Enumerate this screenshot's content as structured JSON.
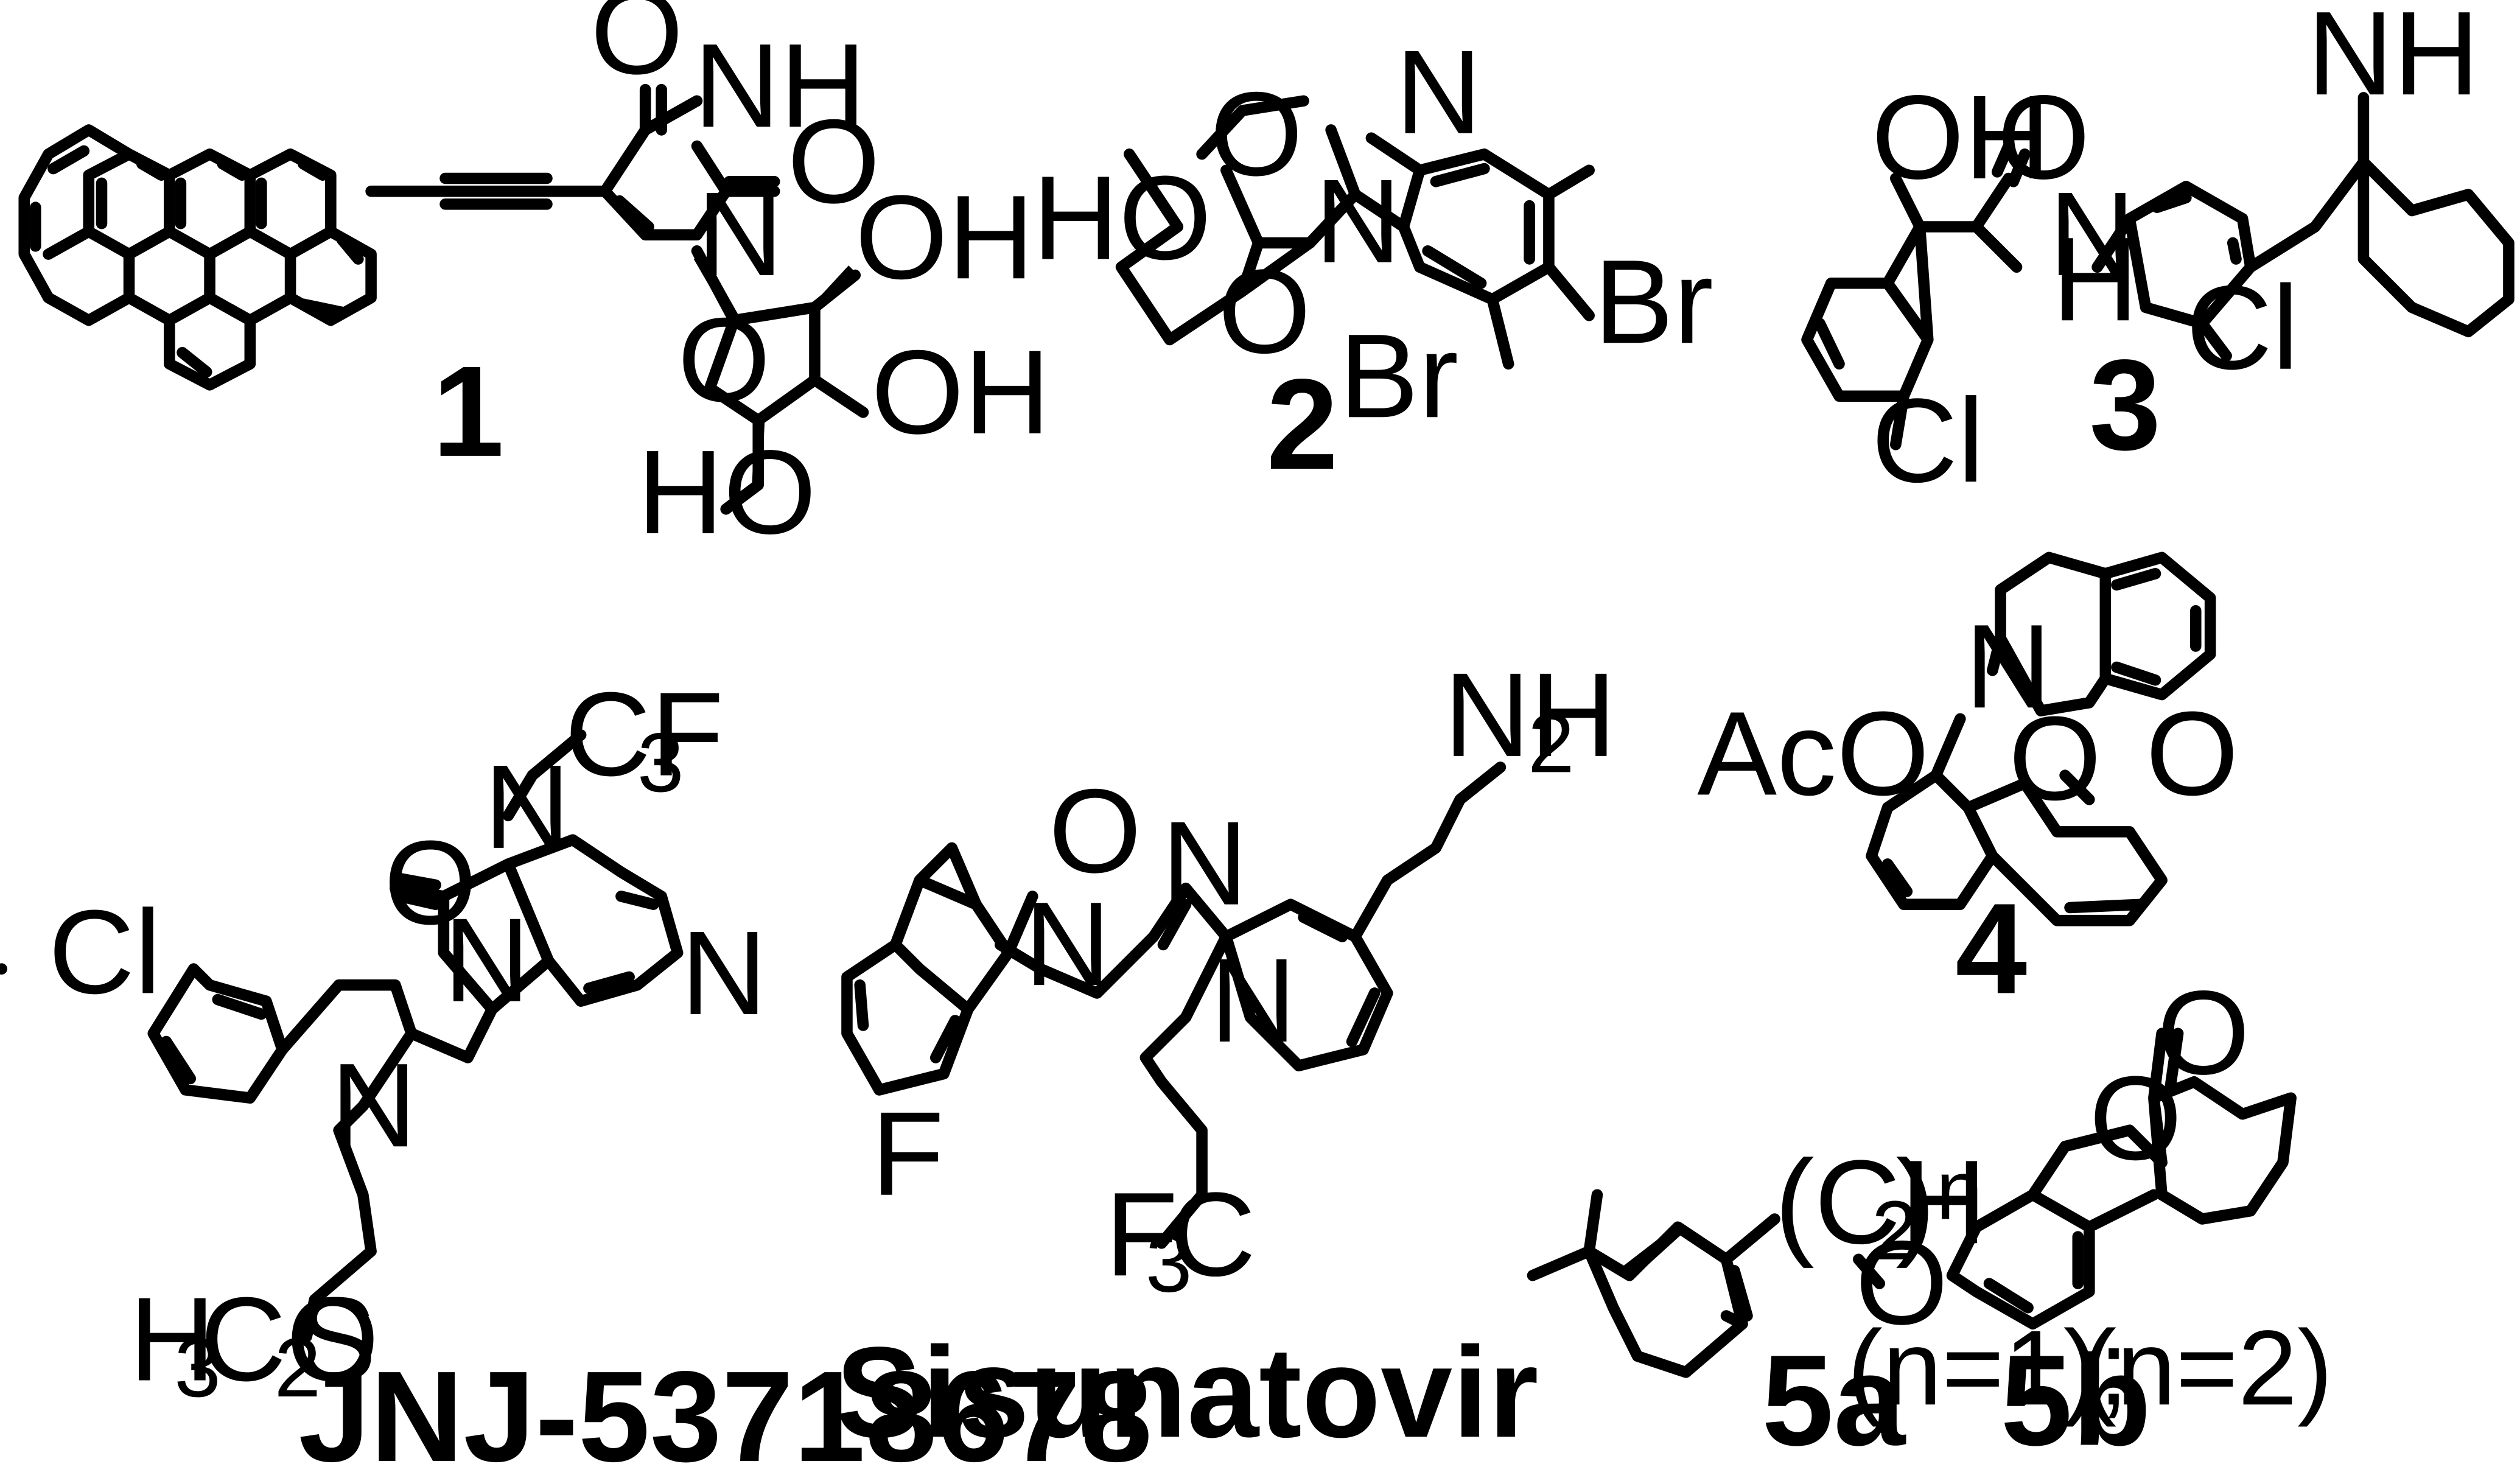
{
  "figure": {
    "compounds": [
      {
        "id": "c1",
        "label": "1",
        "atoms": [
          "O",
          "NH",
          "O",
          "N",
          "OH",
          "O",
          "OH",
          "HO"
        ]
      },
      {
        "id": "c2",
        "label": "2",
        "atoms": [
          "O",
          "N",
          "HO",
          "N",
          "O",
          "Br",
          "Br"
        ]
      },
      {
        "id": "c3",
        "label": "3",
        "atoms": [
          "OH",
          "O",
          "H",
          "N",
          "NH",
          "Cl",
          "Cl"
        ],
        "nh_h": "H",
        "nh_n": "N"
      },
      {
        "id": "c4",
        "label": "4",
        "atoms": [
          "N",
          "AcO",
          "O",
          "O"
        ]
      },
      {
        "id": "jnj",
        "label": "JNJ-53718678",
        "atoms": [
          "CF",
          "3",
          "O",
          "N",
          "N",
          "N",
          "Cl",
          "N",
          "H",
          "3",
          "CO",
          "2",
          "S"
        ]
      },
      {
        "id": "sis",
        "label": "Sisunatovir",
        "atoms": [
          "NH",
          "2",
          "O",
          "N",
          "N",
          "N",
          "F",
          "F",
          "3",
          "C"
        ]
      },
      {
        "id": "c5",
        "label_a": "5a",
        "note_a": "(n=1);",
        "label_b": "5b",
        "note_b": "(n=2)",
        "atoms": [
          "(CH",
          "2",
          ")",
          "n",
          "O",
          "O",
          "O"
        ]
      }
    ]
  }
}
